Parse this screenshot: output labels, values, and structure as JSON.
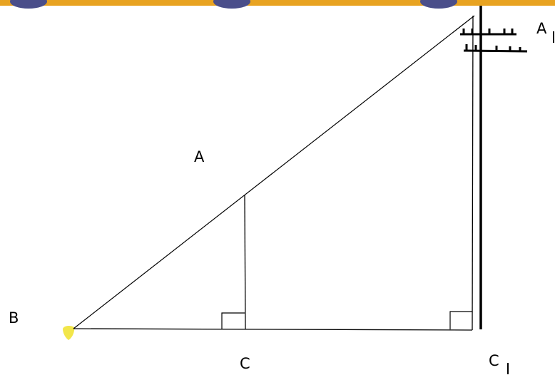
{
  "labels": {
    "a": "A",
    "b": "B",
    "c": "C",
    "a1": "A",
    "c1": "C"
  },
  "colors": {
    "background": "#ffffff",
    "line": "#000000",
    "highlight": "#f2e64a",
    "top_band": "#e8a321",
    "top_band_dark": "#4a4e8a"
  }
}
